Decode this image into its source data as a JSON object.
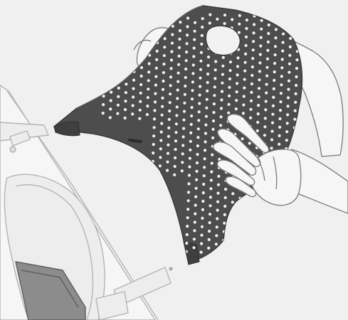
{
  "illustration": {
    "colors": {
      "background": "#f0f0f0",
      "frame": "#ededed",
      "frame_stroke": "#b4b4b4",
      "panel": "#4d4d4d",
      "panel_edge": "#3a3a3a",
      "hole": "#f2f2f2",
      "hand": "#f6f6f6",
      "hand_stroke": "#7a7a7a",
      "line": "#8a8a8a"
    },
    "parts": [
      "seat-frame",
      "perforated-back-panel",
      "left-hand",
      "right-hand"
    ]
  }
}
